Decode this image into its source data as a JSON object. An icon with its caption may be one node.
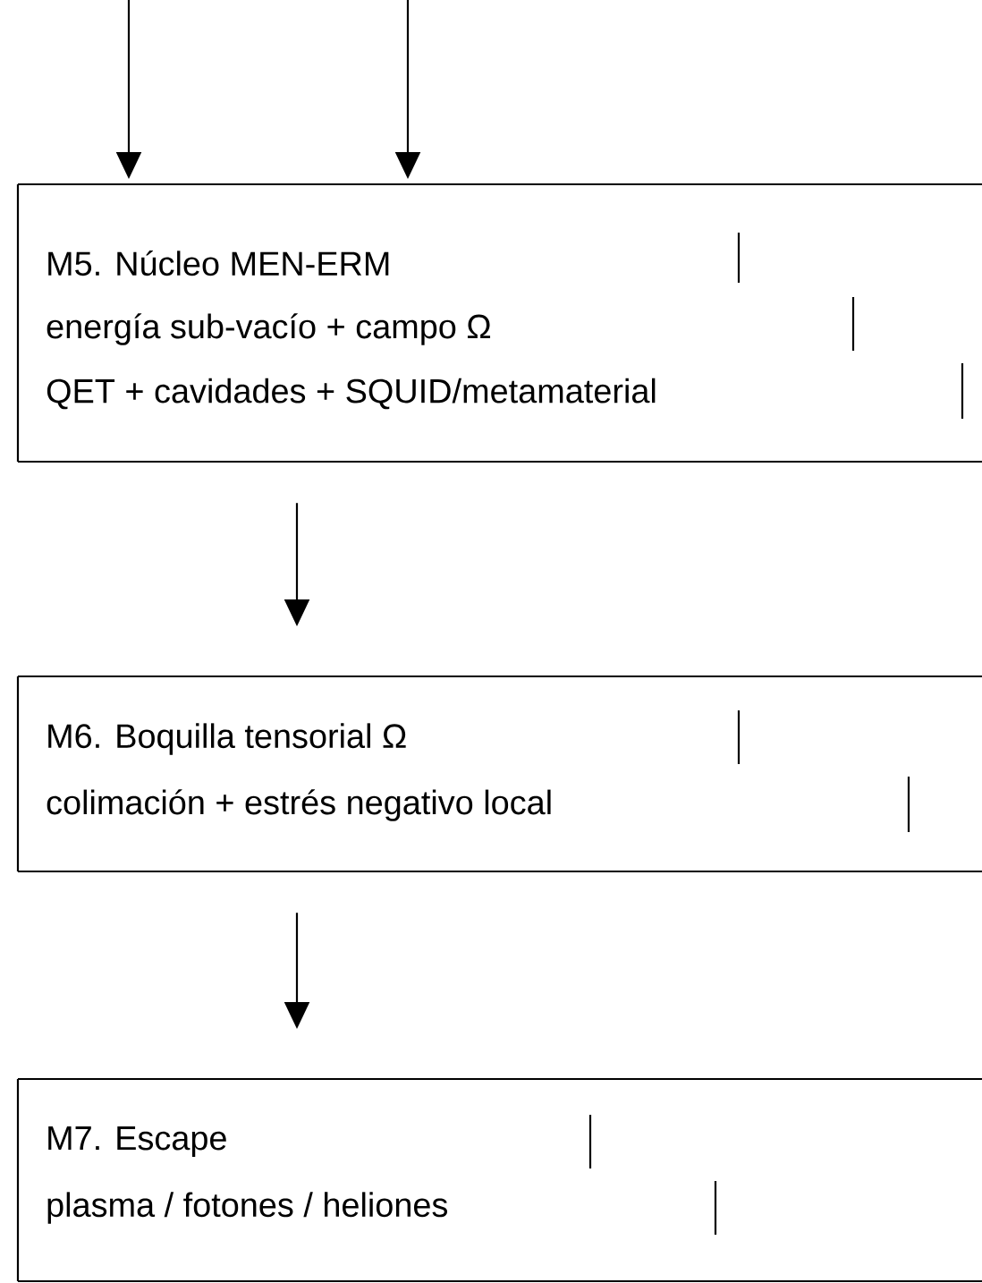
{
  "diagram": {
    "nodes": [
      {
        "text": [
          "M5. Núcleo MEN-ERM",
          "energía sub-vacío + campo Ω",
          "QET + cavidades + SQUID/metamaterial"
        ]
      },
      {
        "text": [
          "M6. Boquilla tensorial Ω",
          "colimación + estrés negativo local"
        ]
      },
      {
        "text": [
          "M7. Escape",
          "plasma / fotones / heliones"
        ]
      }
    ],
    "edges": [
      {
        "from": null,
        "to": 0,
        "arrow": "to"
      },
      {
        "from": null,
        "to": 0,
        "arrow": "to"
      },
      {
        "from": 0,
        "to": 1,
        "arrow": "to"
      },
      {
        "from": 1,
        "to": 2,
        "arrow": "to"
      }
    ]
  }
}
